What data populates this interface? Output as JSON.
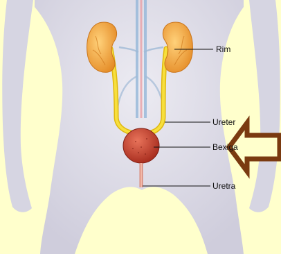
{
  "labels": {
    "kidney": "Rim",
    "ureter": "Ureter",
    "bladder": "Bexiga",
    "urethra": "Uretra"
  },
  "colors": {
    "background": "#ffffcc",
    "body": "#dcdbe6",
    "kidney": "#f0a23a",
    "ureter": "#f2d21d",
    "bladder": "#c8402c",
    "arrow": "#7a3a10"
  }
}
